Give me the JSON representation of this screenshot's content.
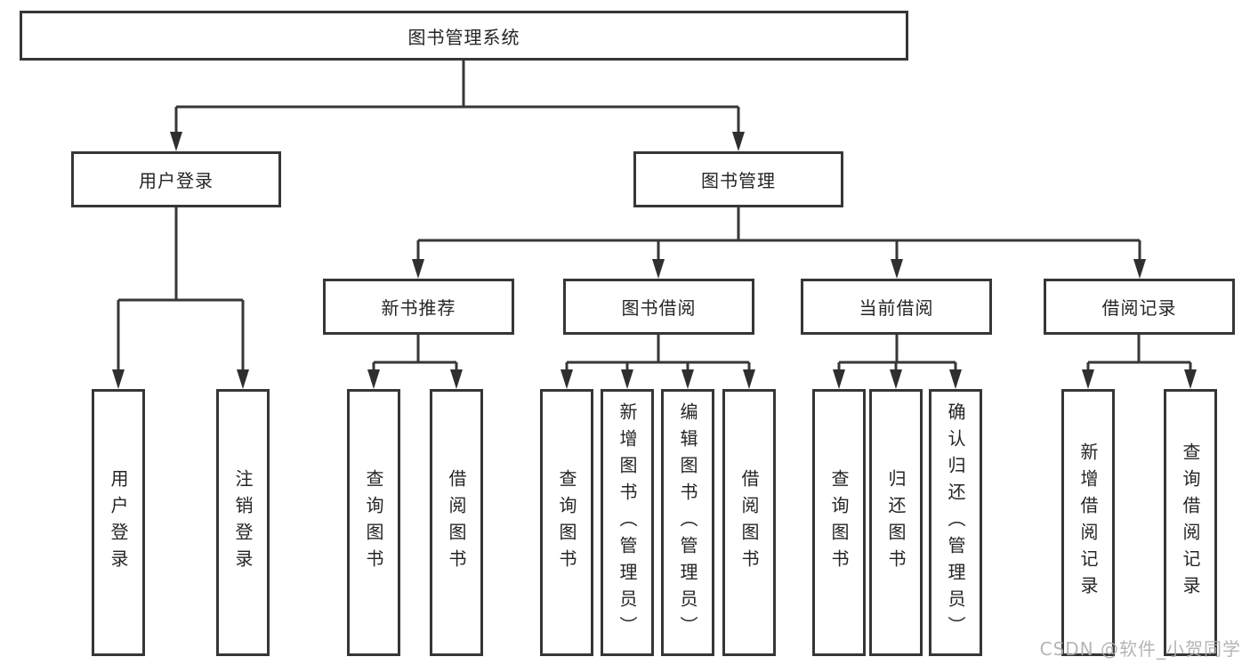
{
  "diagram": {
    "root": {
      "label": "图书管理系统",
      "children": [
        {
          "label": "用户登录",
          "children": [
            {
              "label": "用户登录"
            },
            {
              "label": "注销登录"
            }
          ]
        },
        {
          "label": "图书管理",
          "children": [
            {
              "label": "新书推荐",
              "children": [
                {
                  "label": "查询图书"
                },
                {
                  "label": "借阅图书"
                }
              ]
            },
            {
              "label": "图书借阅",
              "children": [
                {
                  "label": "查询图书"
                },
                {
                  "label": "新增图书（管理员）"
                },
                {
                  "label": "编辑图书（管理员）"
                },
                {
                  "label": "借阅图书"
                }
              ]
            },
            {
              "label": "当前借阅",
              "children": [
                {
                  "label": "查询图书"
                },
                {
                  "label": "归还图书"
                },
                {
                  "label": "确认归还（管理员）"
                }
              ]
            },
            {
              "label": "借阅记录",
              "children": [
                {
                  "label": "新增借阅记录"
                },
                {
                  "label": "查询借阅记录"
                }
              ]
            }
          ]
        }
      ]
    }
  },
  "watermark": {
    "text": "CSDN @软件_小贺同学"
  },
  "colors": {
    "background": "#ffffff",
    "line": "#373737",
    "box_border": "#363636",
    "text": "#252525",
    "watermark": "#adadad"
  }
}
